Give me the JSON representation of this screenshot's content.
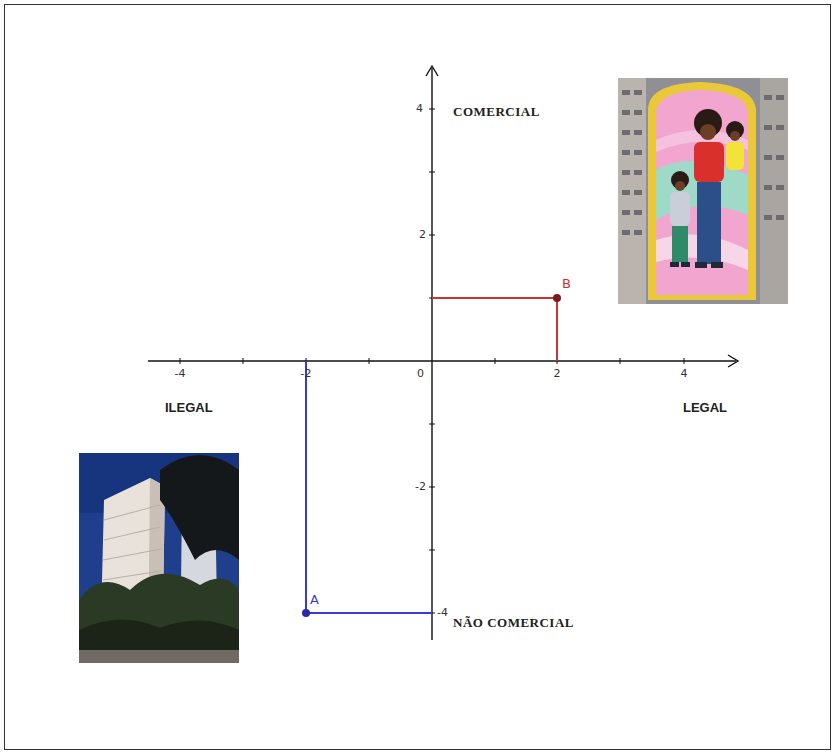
{
  "diagram": {
    "labels": [
      "4",
      "2",
      "-2",
      "-4",
      "-4",
      "-2",
      "0",
      "2",
      "4",
      "COMERCIAL",
      "NÃO COMERCIAL",
      "ILEGAL",
      "LEGAL",
      "A",
      "B"
    ]
  }
}
